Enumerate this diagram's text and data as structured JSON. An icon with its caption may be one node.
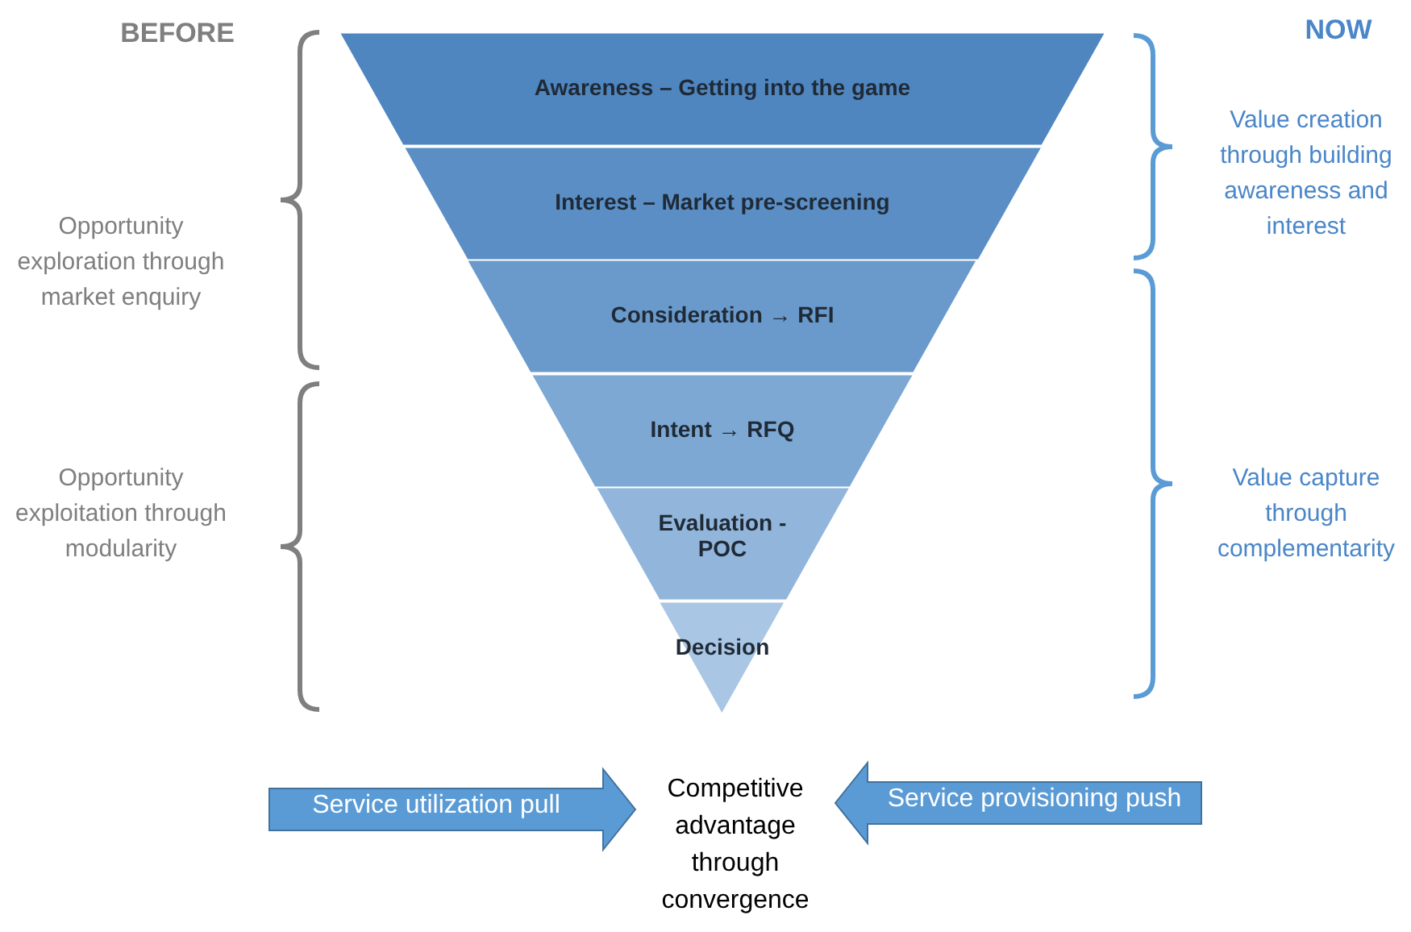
{
  "diagram": {
    "nodes": [
      {
        "text": [
          "Awareness – Getting into the game"
        ]
      },
      {
        "text": [
          "Interest – Market pre-screening"
        ]
      },
      {
        "text": [
          "Consideration → RFI"
        ]
      },
      {
        "text": [
          "Intent → RFQ"
        ]
      },
      {
        "text": [
          "Evaluation - POC"
        ]
      },
      {
        "text": [
          "Decision"
        ]
      },
      {
        "text": [
          "Competitive advantage through convergence"
        ]
      }
    ],
    "edges": [
      {
        "from": null,
        "to": 6,
        "arrow": "to",
        "label": "Service utilization pull",
        "style": "thick"
      },
      {
        "from": null,
        "to": 6,
        "arrow": "to",
        "label": "Service provisioning push",
        "style": "thick"
      }
    ],
    "labels": [
      "BEFORE",
      "NOW",
      "Opportunity exploration through market enquiry",
      "Value creation through building awareness and interest",
      "Opportunity exploitation through modularity",
      "Value capture through complementarity"
    ]
  }
}
